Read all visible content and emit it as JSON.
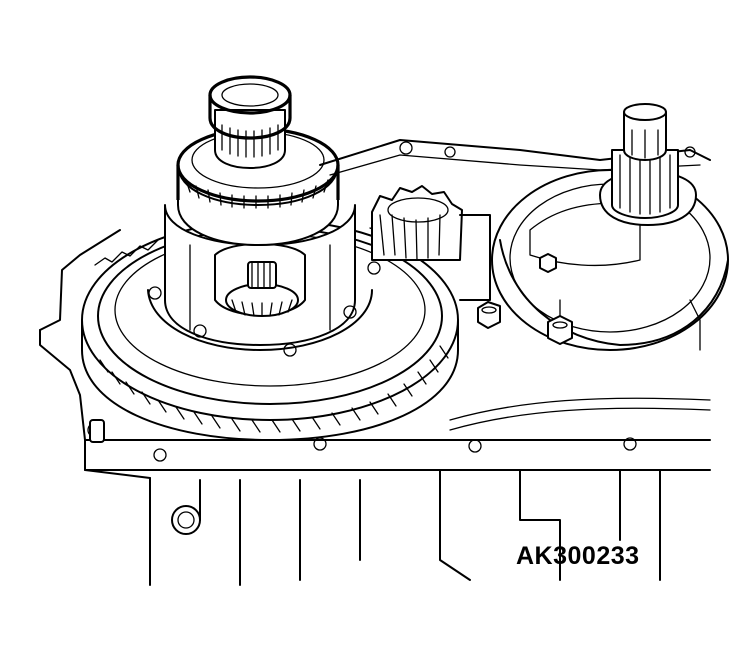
{
  "figure": {
    "id_label": "AK300233"
  },
  "colors": {
    "ink": "#000000",
    "paper": "#ffffff"
  },
  "components": [
    "transmission-case",
    "differential-ring-gear",
    "differential-case",
    "pinion-gears",
    "side-bearing",
    "side-gear-shaft",
    "driven-gear",
    "output-shaft",
    "bolts"
  ]
}
